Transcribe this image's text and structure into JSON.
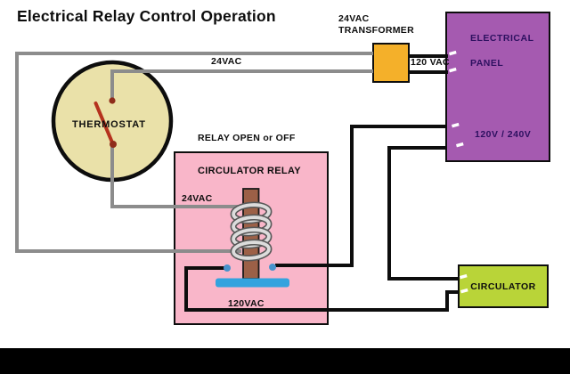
{
  "title": "Electrical Relay Control Operation",
  "thermostat": {
    "label": "THERMOSTAT"
  },
  "transformer": {
    "line1": "24VAC",
    "line2": "TRANSFORMER"
  },
  "panel": {
    "line1": "ELECTRICAL",
    "line2": "PANEL",
    "voltage_label": "120V / 240V"
  },
  "relay": {
    "state_label": "RELAY OPEN or OFF",
    "title": "CIRCULATOR RELAY",
    "coil_label": "24VAC",
    "load_label": "120VAC"
  },
  "circulator": {
    "label": "CIRCULATOR"
  },
  "wire_labels": {
    "secondary": "24VAC",
    "line": "120 VAC"
  },
  "colors": {
    "thermostat_fill": "#eae1a9",
    "transformer_fill": "#f4b02a",
    "panel_fill": "#a55ab0",
    "panel_text": "#2d1060",
    "relay_fill": "#f9b6c9",
    "circulator_fill": "#b9d438",
    "wire_gray_24vac": "#8c8c8c",
    "wire_black_120vac": "#0d0d0d",
    "coil_core_brown": "#9c6047",
    "coil_silver": "#dcdcdc",
    "armature_blue": "#33a3de",
    "contact_blue": "#4793cc",
    "switch_red": "#b5321e"
  }
}
